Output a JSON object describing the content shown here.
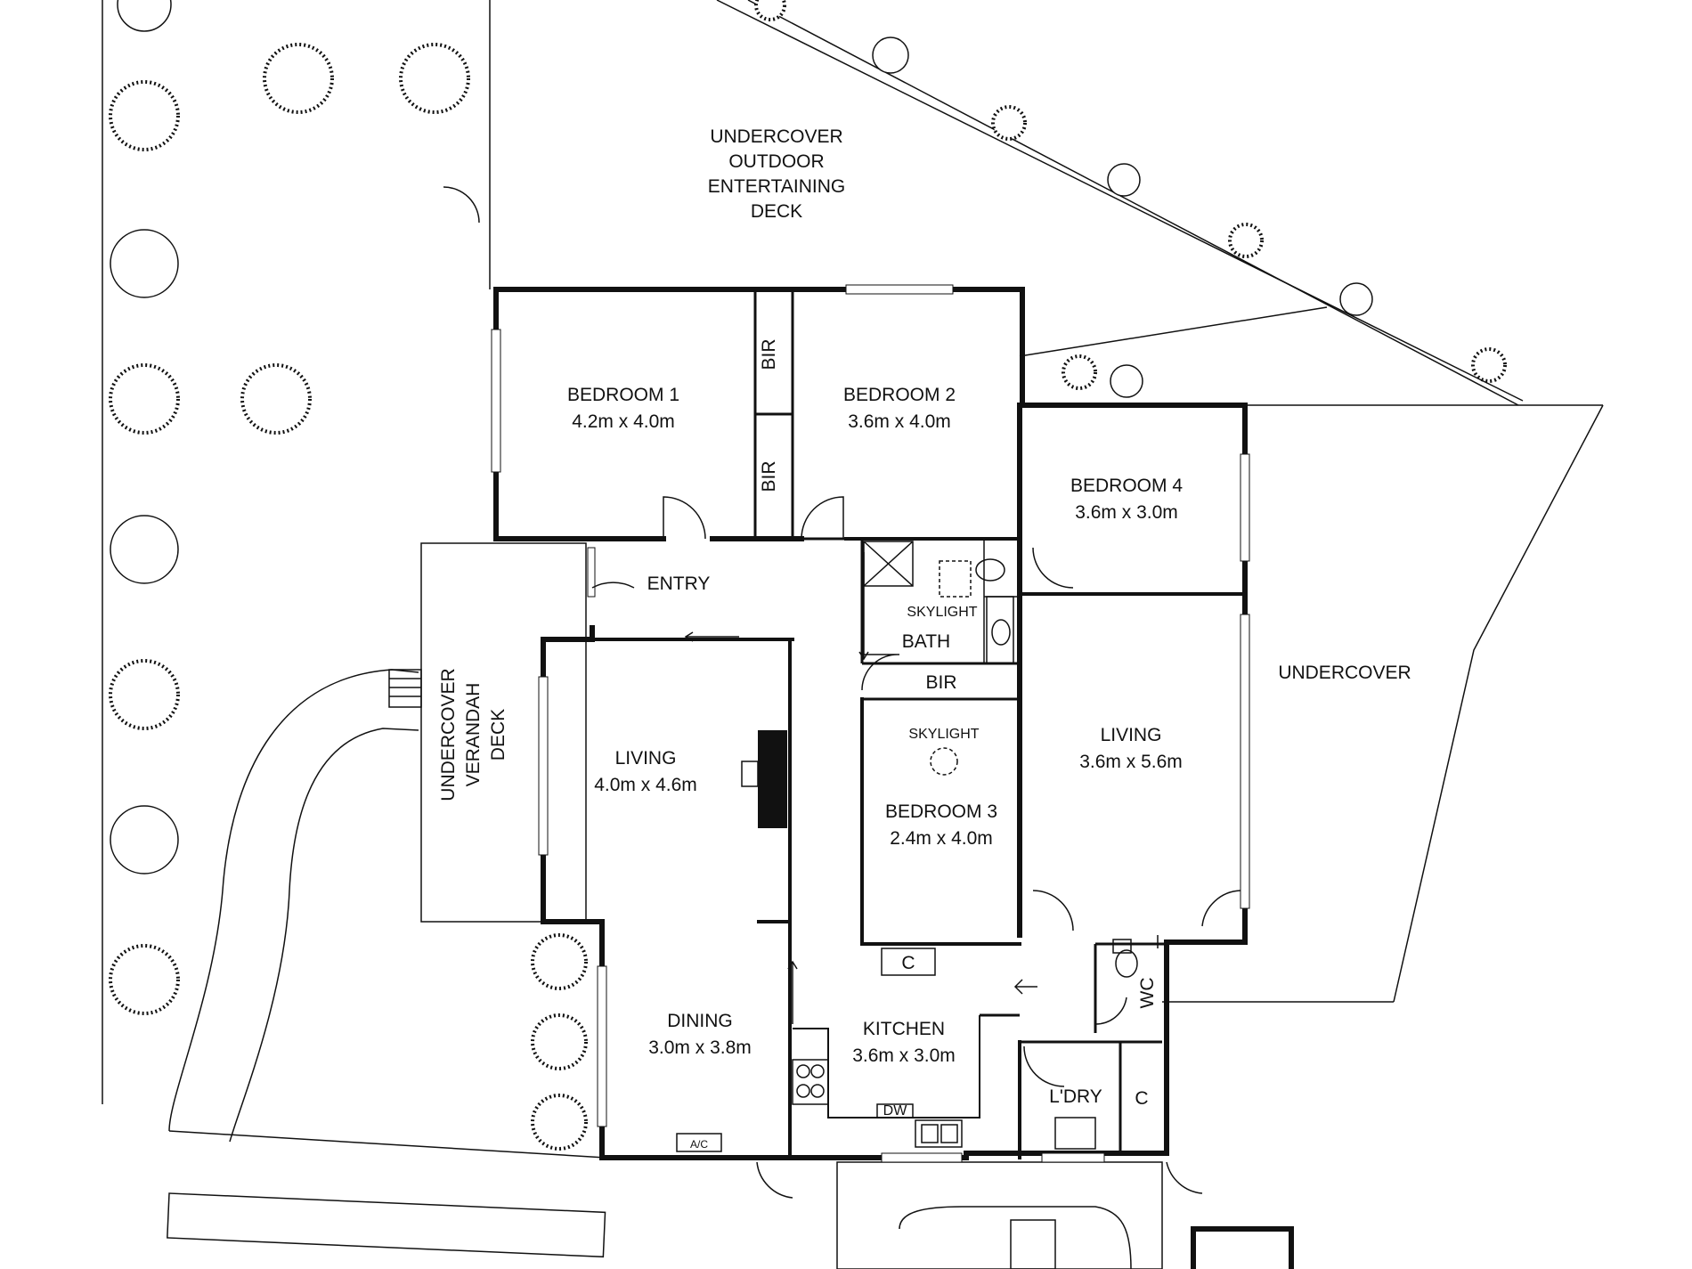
{
  "rooms": {
    "deck_outdoor": [
      "UNDERCOVER",
      "OUTDOOR",
      "ENTERTAINING",
      "DECK"
    ],
    "bedroom1": {
      "name": "BEDROOM 1",
      "size": "4.2m x 4.0m"
    },
    "bedroom2": {
      "name": "BEDROOM 2",
      "size": "3.6m x 4.0m"
    },
    "bedroom3": {
      "name": "BEDROOM 3",
      "size": "2.4m x 4.0m"
    },
    "bedroom4": {
      "name": "BEDROOM 4",
      "size": "3.6m x 3.0m"
    },
    "living_front": {
      "name": "LIVING",
      "size": "4.0m x 4.6m"
    },
    "living_rear": {
      "name": "LIVING",
      "size": "3.6m x 5.6m"
    },
    "dining": {
      "name": "DINING",
      "size": "3.0m x 3.8m"
    },
    "kitchen": {
      "name": "KITCHEN",
      "size": "3.6m x 3.0m"
    },
    "entry": "ENTRY",
    "bath": "BATH",
    "skylight_bath": "SKYLIGHT",
    "skylight_bed3": "SKYLIGHT",
    "bir_top1": "BIR",
    "bir_top2": "BIR",
    "bir_mid": "BIR",
    "verandah": [
      "UNDERCOVER",
      "VERANDAH",
      "DECK"
    ],
    "undercover_east": "UNDERCOVER",
    "laundry": "L'DRY",
    "wc": "WC",
    "cupboard_bed3": "C",
    "cupboard_laundry": "C",
    "dw": "DW",
    "ac": "A/C"
  }
}
